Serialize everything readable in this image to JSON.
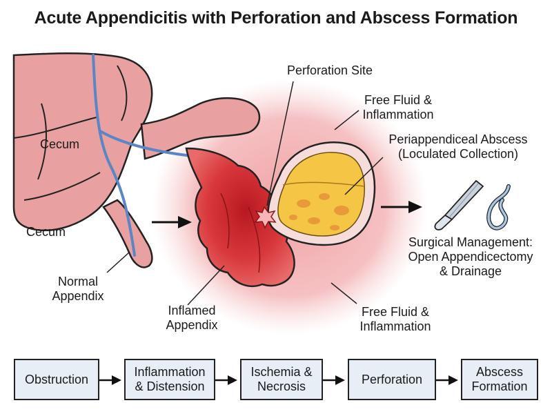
{
  "title": "Acute Appendicitis with Perforation and Abscess Formation",
  "labels": {
    "cecum_upper": "Cecum",
    "cecum_lower": "Cecum",
    "normal_appendix": [
      "Normal",
      "Appendix"
    ],
    "inflamed_appendix": [
      "Inflamed",
      "Appendix"
    ],
    "perforation_site": "Perforation Site",
    "free_fluid_top": [
      "Free Fluid &",
      "Inflammation"
    ],
    "abscess": [
      "Periappendiceal Abscess",
      "(Loculated Collection)"
    ],
    "surgical": [
      "Surgical Management:",
      "Open Appendicectomy",
      "& Drainage"
    ],
    "free_fluid_bottom": [
      "Free Fluid &",
      "Inflammation"
    ]
  },
  "flow_steps": [
    [
      "Obstruction"
    ],
    [
      "Inflammation",
      "& Distension"
    ],
    [
      "Ischemia &",
      "Necrosis"
    ],
    [
      "Perforation"
    ],
    [
      "Abscess",
      "Formation"
    ]
  ],
  "colors": {
    "inflammation_halo": "#f2b3b6",
    "bowel": "#e9a0a0",
    "inflamed": "#d7383c",
    "abscess": "#f5c546",
    "vessel": "#5a86c6",
    "step_fill": "#e7eef5"
  },
  "icons": [
    "scalpel-icon",
    "drain-tube-icon",
    "arrow-icon"
  ]
}
